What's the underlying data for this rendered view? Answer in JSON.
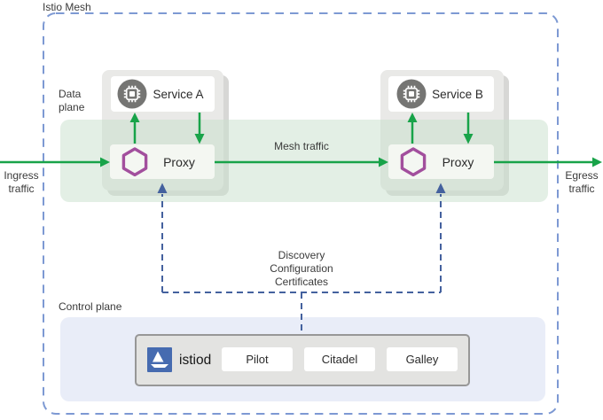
{
  "title": "Istio Mesh",
  "labels": {
    "data_plane": "Data\nplane",
    "control_plane": "Control plane",
    "ingress": "Ingress\ntraffic",
    "egress": "Egress\ntraffic",
    "mesh_traffic": "Mesh traffic",
    "control_channels": "Discovery\nConfiguration\nCertificates"
  },
  "services": [
    {
      "name": "Service A",
      "proxy_label": "Proxy"
    },
    {
      "name": "Service B",
      "proxy_label": "Proxy"
    }
  ],
  "control_plane": {
    "istiod_label": "istiod",
    "components": [
      "Pilot",
      "Citadel",
      "Galley"
    ]
  },
  "icons": {
    "service": "microchip-icon",
    "proxy": "envoy-hexagon-icon",
    "istiod": "istio-sailboat-icon"
  },
  "colors": {
    "traffic_green": "#18a349",
    "band_green": "#e4f0e6",
    "control_blue": "#44619e",
    "mesh_border_blue": "#7d99d3",
    "istio_blue": "#466bb0",
    "envoy_purple": "#a24f9d"
  }
}
